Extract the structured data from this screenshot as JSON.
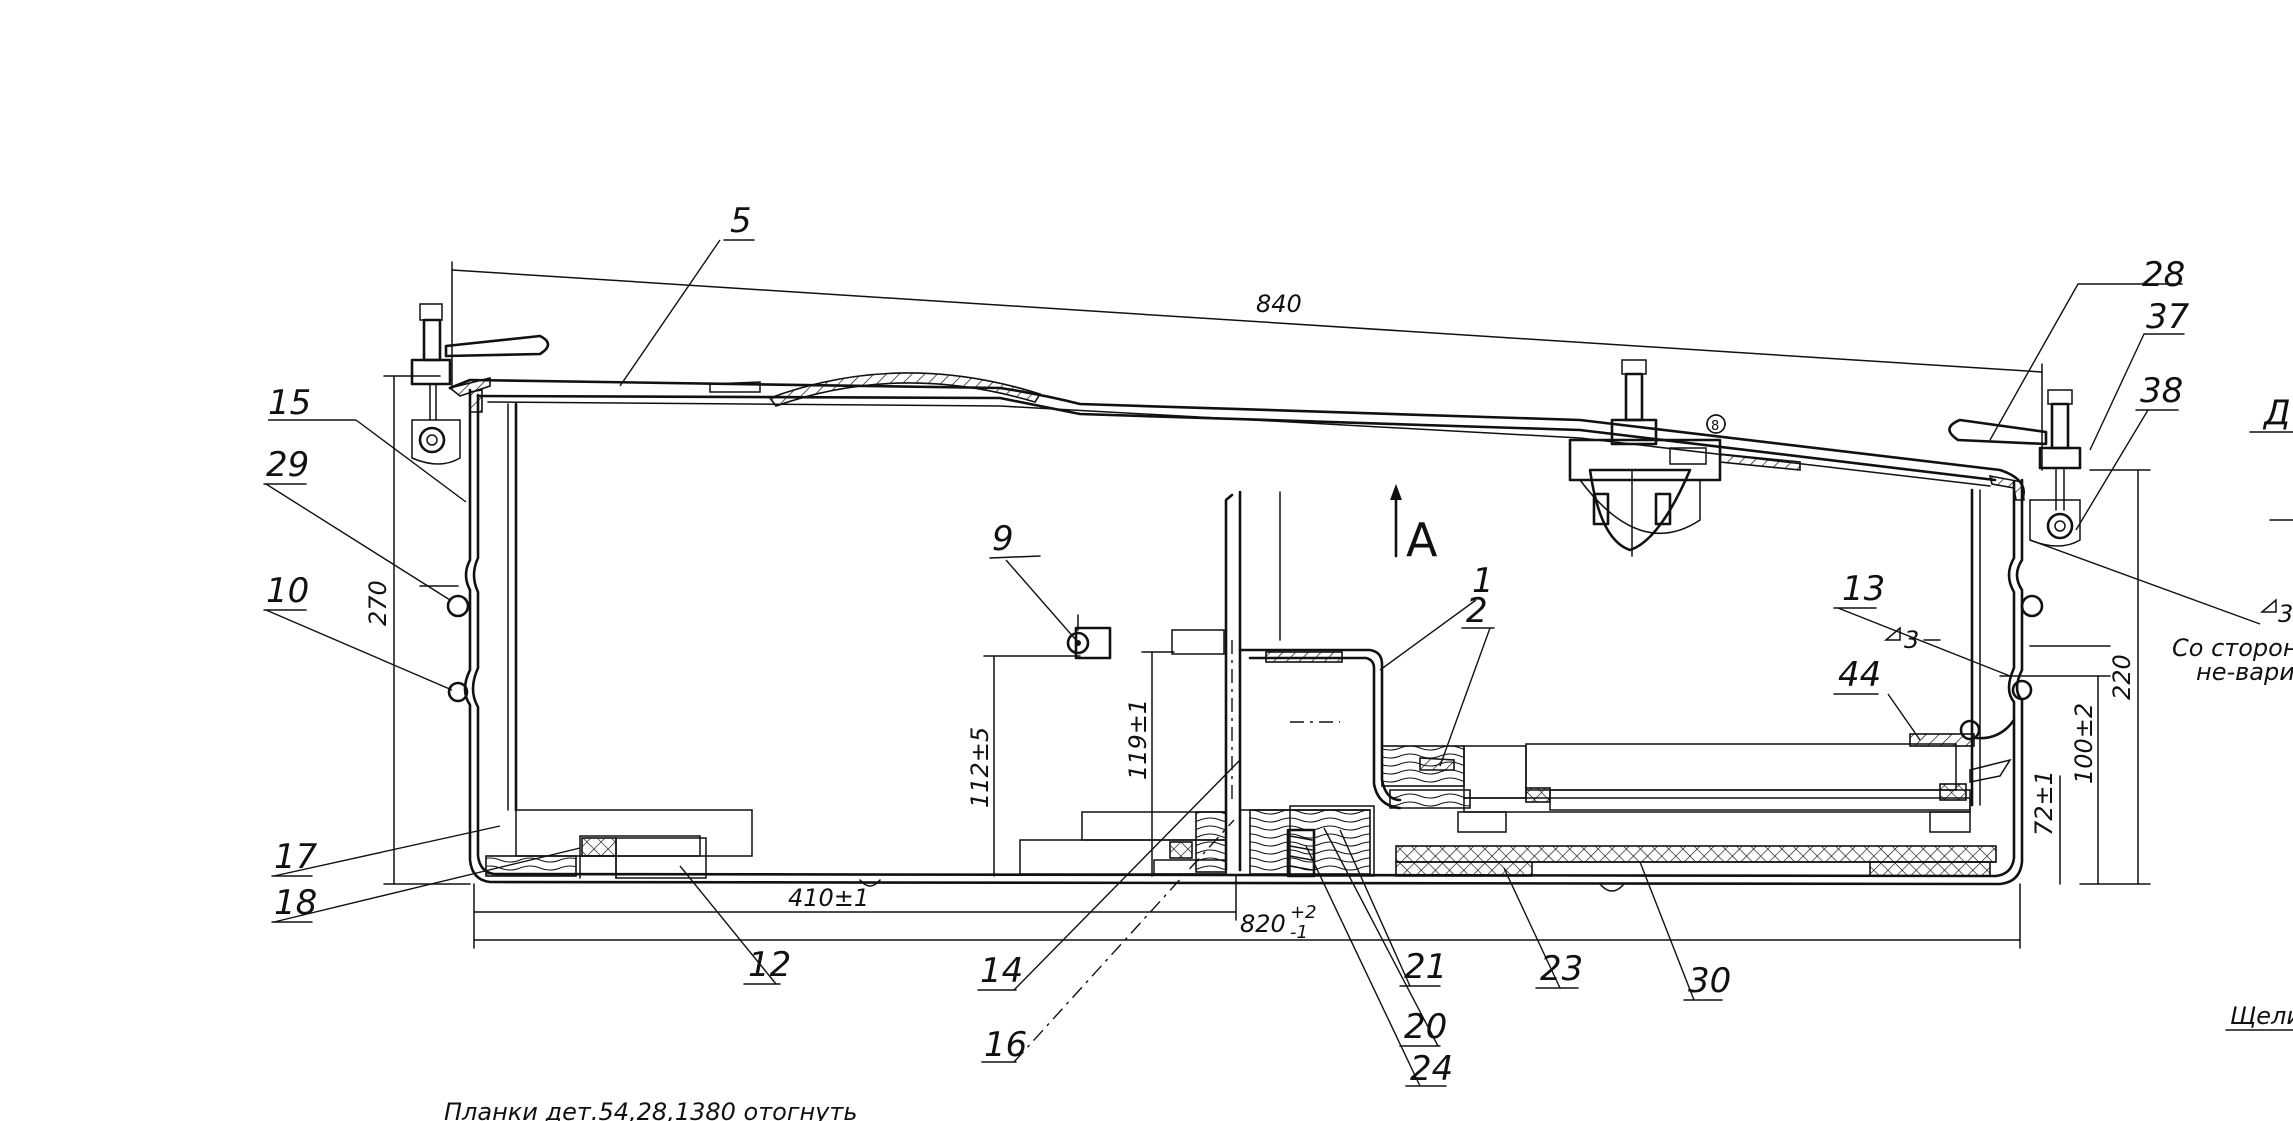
{
  "labels": {
    "l1": "1",
    "l2": "2",
    "l5": "5",
    "l9": "9",
    "l10": "10",
    "l12": "12",
    "l13": "13",
    "l14": "14",
    "l15": "15",
    "l16": "16",
    "l17": "17",
    "l18": "18",
    "l20": "20",
    "l21": "21",
    "l23": "23",
    "l24": "24",
    "l28": "28",
    "l29": "29",
    "l30": "30",
    "l37": "37",
    "l38": "38",
    "l44": "44"
  },
  "dimensions": {
    "d840": "840",
    "d270": "270",
    "d220": "220",
    "d112": "112±5",
    "d119": "119±1",
    "d410": "410±1",
    "d820": "820",
    "d820tol_up": "+2",
    "d820tol_dn": "-1",
    "d100": "100±2",
    "d72": "72±1"
  },
  "view": {
    "marker": "A",
    "weld_circle": "8",
    "weld_small": "3"
  },
  "notes": {
    "right1": "Со сторон",
    "right2": "не-варит",
    "right_weld": "3",
    "right_letter": "Д",
    "right_bottom": "Щели",
    "bottom": "Планки дет.54,28,1380 отогнуть"
  }
}
